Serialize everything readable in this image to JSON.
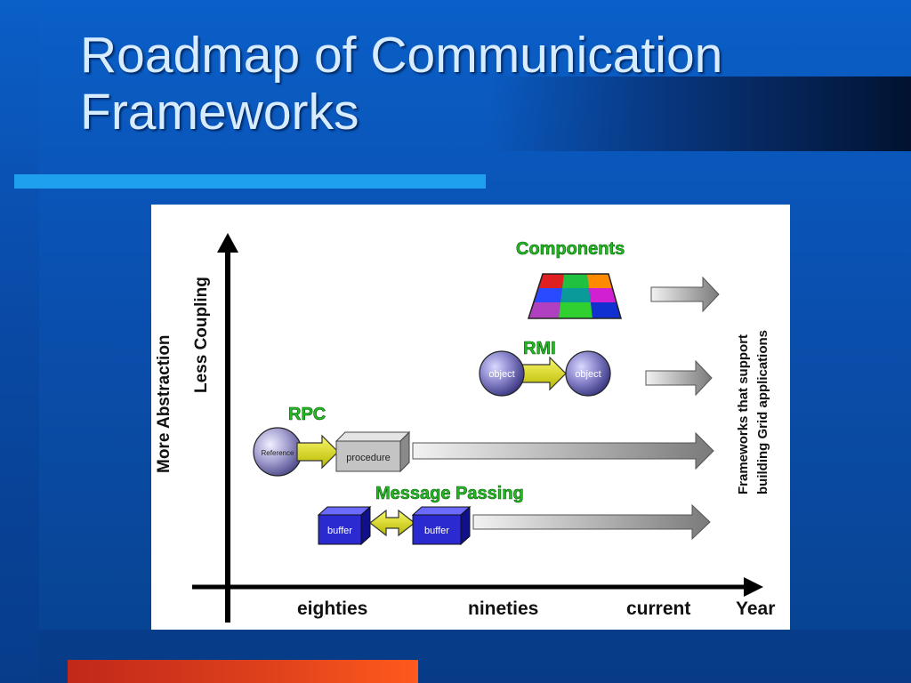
{
  "slide": {
    "title_line1": "Roadmap of Communication",
    "title_line2": "Frameworks"
  },
  "diagram": {
    "y_axis_label_outer": "More Abstraction",
    "y_axis_label_inner": "Less Coupling",
    "x_axis_title": "Year",
    "x_ticks": [
      "eighties",
      "nineties",
      "current"
    ],
    "side_note_line1": "Frameworks that support",
    "side_note_line2": "building Grid applications",
    "components": {
      "label": "Components"
    },
    "rmi": {
      "label": "RMI",
      "left_node": "object",
      "right_node": "object"
    },
    "rpc": {
      "label": "RPC",
      "reference_node": "Reference",
      "procedure_node": "procedure"
    },
    "message_passing": {
      "label": "Message Passing",
      "left_buffer": "buffer",
      "right_buffer": "buffer"
    }
  },
  "colors": {
    "title": "#d8ecff",
    "accent_cyan": "#1ea0ee",
    "accent_red": "#e0421c",
    "label_green": "#22bb22",
    "connector_yellow": "#e8e81a"
  }
}
